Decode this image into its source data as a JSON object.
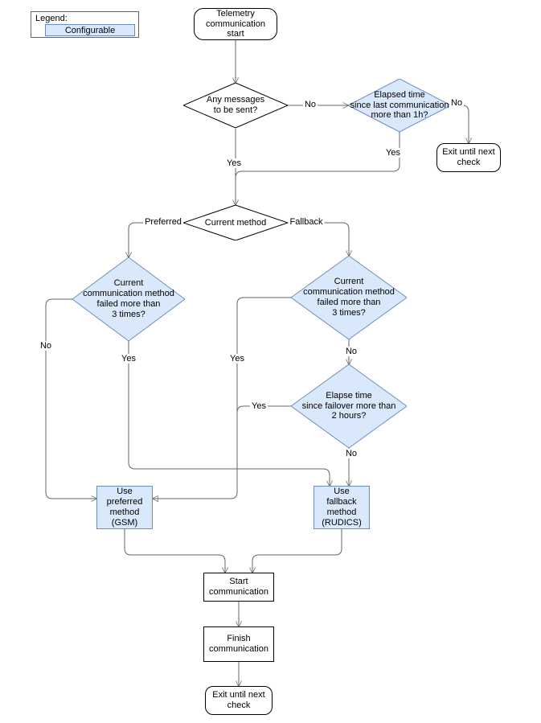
{
  "colors": {
    "configurable_fill": "#dae8fc",
    "configurable_border": "#6c8ebf",
    "edge_color": "#666666",
    "node_border": "#000000"
  },
  "legend": {
    "title": "Legend:",
    "item_configurable": "Configurable"
  },
  "nodes": {
    "start": {
      "label": "Telemetry\ncommunication\nstart"
    },
    "any_messages": {
      "label": "Any messages\nto be sent?"
    },
    "elapsed_since_last": {
      "label": "Elapsed time\nsince last communication\nmore than 1h?"
    },
    "exit_top": {
      "label": "Exit until next\ncheck"
    },
    "current_method": {
      "label": "Current method"
    },
    "preferred_failed": {
      "label": "Current\ncommunication method\nfailed more than\n3 times?"
    },
    "fallback_failed": {
      "label": "Current\ncommunication method\nfailed more than\n3 times?"
    },
    "failover_elapsed": {
      "label": "Elapse time\nsince failover more than\n2 hours?"
    },
    "use_preferred": {
      "label": "Use\npreferred\nmethod\n(GSM)"
    },
    "use_fallback": {
      "label": "Use\nfallback\nmethod\n(RUDICS)"
    },
    "start_comm": {
      "label": "Start\ncommunication"
    },
    "finish_comm": {
      "label": "Finish\ncommunication"
    },
    "exit_bottom": {
      "label": "Exit until next\ncheck"
    }
  },
  "edge_labels": {
    "any_messages_no": "No",
    "any_messages_yes": "Yes",
    "elapsed_no": "No",
    "elapsed_yes": "Yes",
    "method_preferred": "Preferred",
    "method_fallback": "Fallback",
    "preferred_failed_no": "No",
    "preferred_failed_yes": "Yes",
    "fallback_failed_yes": "Yes",
    "fallback_failed_no": "No",
    "failover_yes": "Yes",
    "failover_no": "No"
  }
}
